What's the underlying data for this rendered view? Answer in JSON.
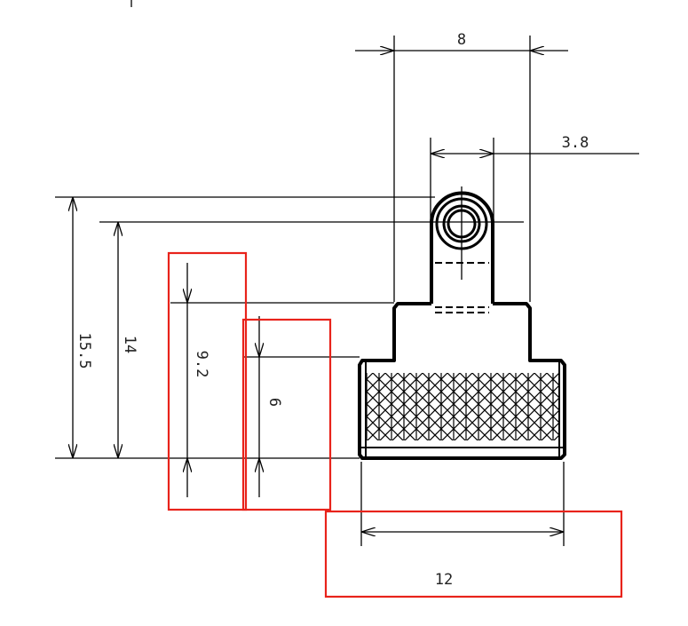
{
  "drawing": {
    "dimensions": {
      "top_width": "8",
      "lug_width": "3.8",
      "overall_height": "15.5",
      "hole_center_height": "14",
      "shoulder_height": "9.2",
      "base_height": "6",
      "base_width": "12"
    },
    "highlight_color": "#e8231b",
    "line_color": "#000000"
  }
}
